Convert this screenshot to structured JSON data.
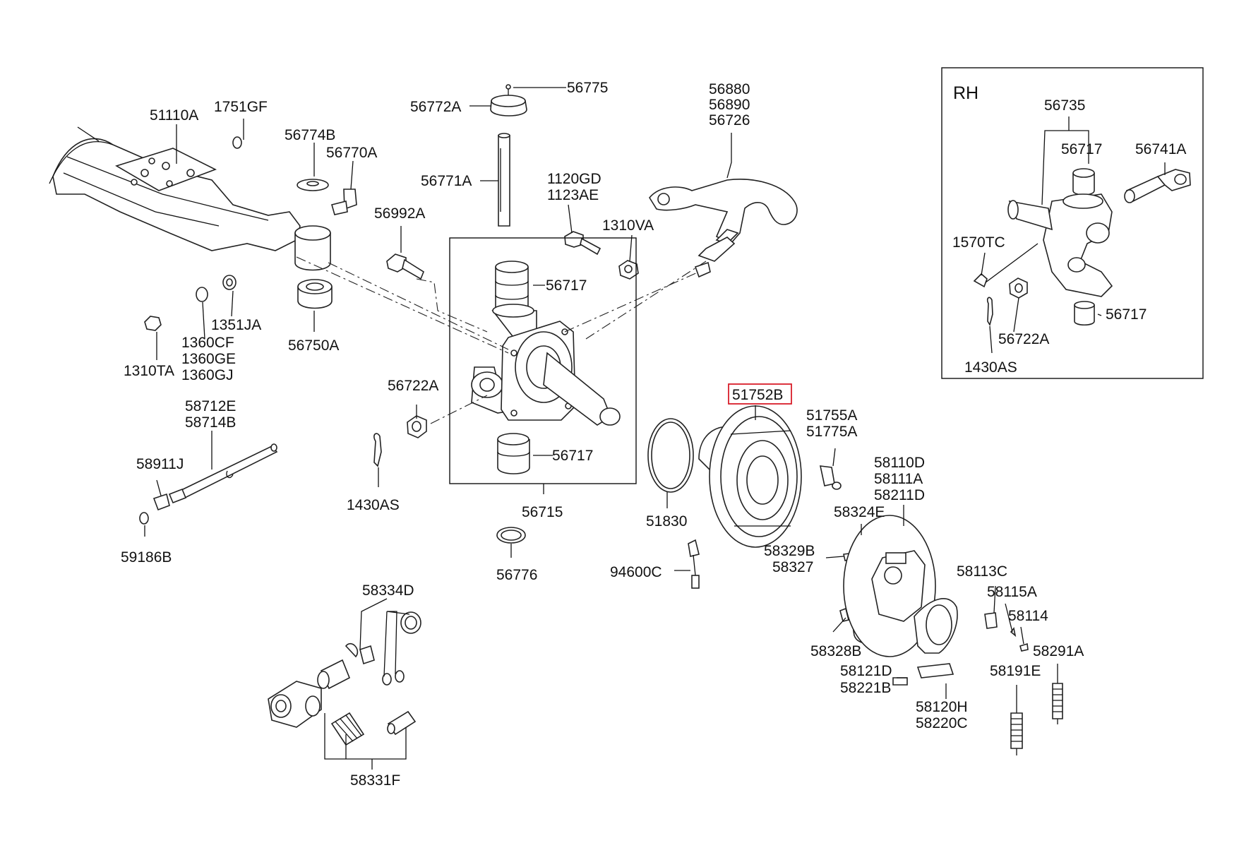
{
  "inset": {
    "title": "RH"
  },
  "highlight_color": "#d81e2a",
  "labels": {
    "p51110a": "51110A",
    "p1751gf": "1751GF",
    "p56774b": "56774B",
    "p56770a": "56770A",
    "p56775": "56775",
    "p56772a": "56772A",
    "p56771a": "56771A",
    "p56880": "56880",
    "p56890": "56890",
    "p56726": "56726",
    "p1120gd": "1120GD",
    "p1123ae": "1123AE",
    "p56992a": "56992A",
    "p1310va": "1310VA",
    "p56717_a": "56717",
    "p56717_b": "56717",
    "p1351ja": "1351JA",
    "p1360cf": "1360CF",
    "p1360ge": "1360GE",
    "p1360gj": "1360GJ",
    "p1310ta": "1310TA",
    "p56750a": "56750A",
    "p58712e": "58712E",
    "p58714b": "58714B",
    "p58911j": "58911J",
    "p59186b": "59186B",
    "p56722a": "56722A",
    "p1430as": "1430AS",
    "p56715": "56715",
    "p56776": "56776",
    "p51752b": "51752B",
    "p51830": "51830",
    "p51755a": "51755A",
    "p51775a": "51775A",
    "p58110d": "58110D",
    "p58111a": "58111A",
    "p58211d": "58211D",
    "p58324e": "58324E",
    "p58329b": "58329B",
    "p58327": "58327",
    "p94600c": "94600C",
    "p58113c": "58113C",
    "p58115a": "58115A",
    "p58114": "58114",
    "p58291a": "58291A",
    "p58328b": "58328B",
    "p58121d": "58121D",
    "p58221b": "58221B",
    "p58191e": "58191E",
    "p58120h": "58120H",
    "p58220c": "58220C",
    "p58334d": "58334D",
    "p58331f": "58331F",
    "rh56735": "56735",
    "rh56717_a": "56717",
    "rh56741a": "56741A",
    "rh1570tc": "1570TC",
    "rh56722a": "56722A",
    "rh56717_b": "56717",
    "rh1430as": "1430AS"
  }
}
